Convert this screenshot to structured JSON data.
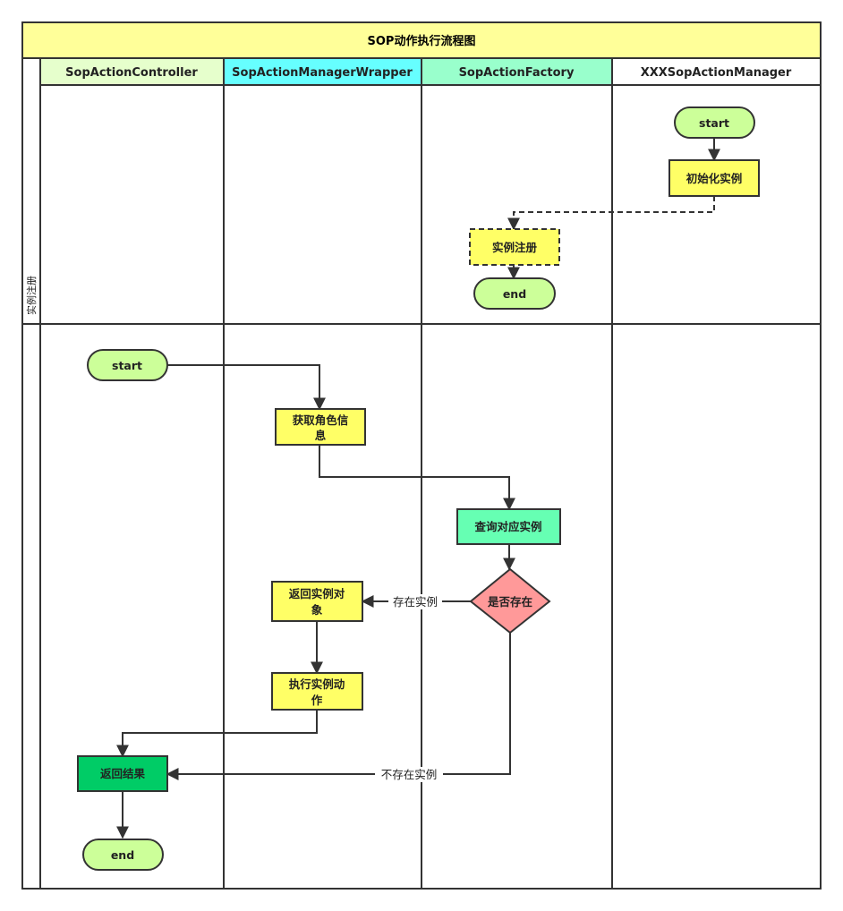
{
  "title": "SOP动作执行流程图",
  "lanes": [
    {
      "label": "SopActionController",
      "color": "#e6ffcc"
    },
    {
      "label": "SopActionManagerWrapper",
      "color": "#66ffff"
    },
    {
      "label": "SopActionFactory",
      "color": "#99ffcc"
    },
    {
      "label": "XXXSopActionManager",
      "color": "#ffffff"
    }
  ],
  "rows": [
    {
      "label": "实例注册"
    },
    {
      "label": ""
    }
  ],
  "nodes": {
    "start_1": "start",
    "init_instance": "初始化实例",
    "register_instance": "实例注册",
    "end_1": "end",
    "start_2": "start",
    "get_role_info": [
      "获取角色信",
      "息"
    ],
    "query_instance": "查询对应实例",
    "exists_decision": "是否存在",
    "return_instance": [
      "返回实例对",
      "象"
    ],
    "execute_action": [
      "执行实例动",
      "作"
    ],
    "return_result": "返回结果",
    "end_2": "end"
  },
  "edge_labels": {
    "exists": "存在实例",
    "not_exists": "不存在实例"
  },
  "colors": {
    "terminal": "#ccff99",
    "process": "#ffff66",
    "query": "#66ffb3",
    "decision": "#ff9999",
    "result": "#00cc66",
    "title_bar": "#ffff99"
  }
}
